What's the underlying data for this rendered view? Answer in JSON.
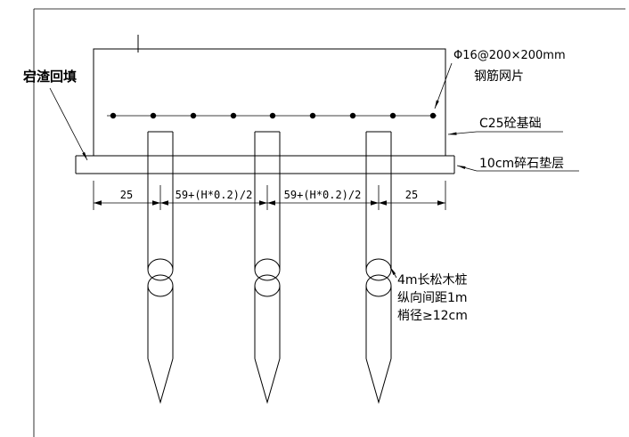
{
  "labels": {
    "backfill": "宕渣回填",
    "mesh_spec": "Φ16@200×200mm",
    "mesh_name": "钢筋网片",
    "foundation": "C25砼基础",
    "cushion": "10cm碎石垫层",
    "pile_spec_line1": "4m长松木桩",
    "pile_spec_line2": "纵向间距1m",
    "pile_spec_line3": "梢径≥12cm"
  },
  "dimensions": {
    "left_edge": "25",
    "span1": "59+(H*0.2)/2",
    "span2": "59+(H*0.2)/2",
    "right_edge": "25"
  },
  "colors": {
    "line": "#000000",
    "background": "#ffffff"
  }
}
